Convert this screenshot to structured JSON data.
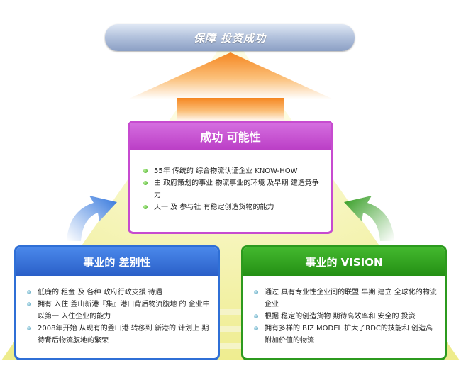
{
  "banner": {
    "title": "保障 投资成功"
  },
  "top_box": {
    "title": "成功 可能性",
    "items": [
      {
        "text": "55年 传统的 综合物流认证企业 KNOW-HOW"
      },
      {
        "text": "由 政府策划的事业 物流事业的环境 及早期 建造竞争力"
      },
      {
        "text": "天一 及 参与社 有稳定创造货物的能力"
      }
    ]
  },
  "left_box": {
    "title": "事业的 差别性",
    "items": [
      {
        "text": "低廉的 租金 及 各种 政府行政支援 待遇"
      },
      {
        "text": "拥有 入住 釜山新港『集』港口背后物流腹地 的 企业中以第一 入住企业的能力"
      },
      {
        "text": "2008年开始 从现有的釜山港 转移到 新港的 计划上 期待背后物流腹地的繁荣"
      }
    ]
  },
  "right_box": {
    "title": "事业的 VISION",
    "items": [
      {
        "text": "通过 具有专业性企业间的联盟 早期 建立 全球化的物流企业"
      },
      {
        "text": "根据 稳定的创造货物 期待高效率和 安全的 投资"
      },
      {
        "text": "拥有多样的 BIZ MODEL 扩大了RDC的技能和 创造高附加价值的物流"
      }
    ]
  },
  "colors": {
    "banner": "#a9bbdb",
    "top_accent": "#c74bd0",
    "left_accent": "#2f6fd6",
    "right_accent": "#2c9a1e",
    "arrow_orange": "#f7941d",
    "triangle_yellow": "#f4f3a0"
  },
  "icons": {
    "top_bullet": "green-ball-icon",
    "side_bullet": "teal-ball-icon",
    "left_arrow": "blue-curved-arrow-icon",
    "right_arrow": "green-curved-arrow-icon"
  }
}
